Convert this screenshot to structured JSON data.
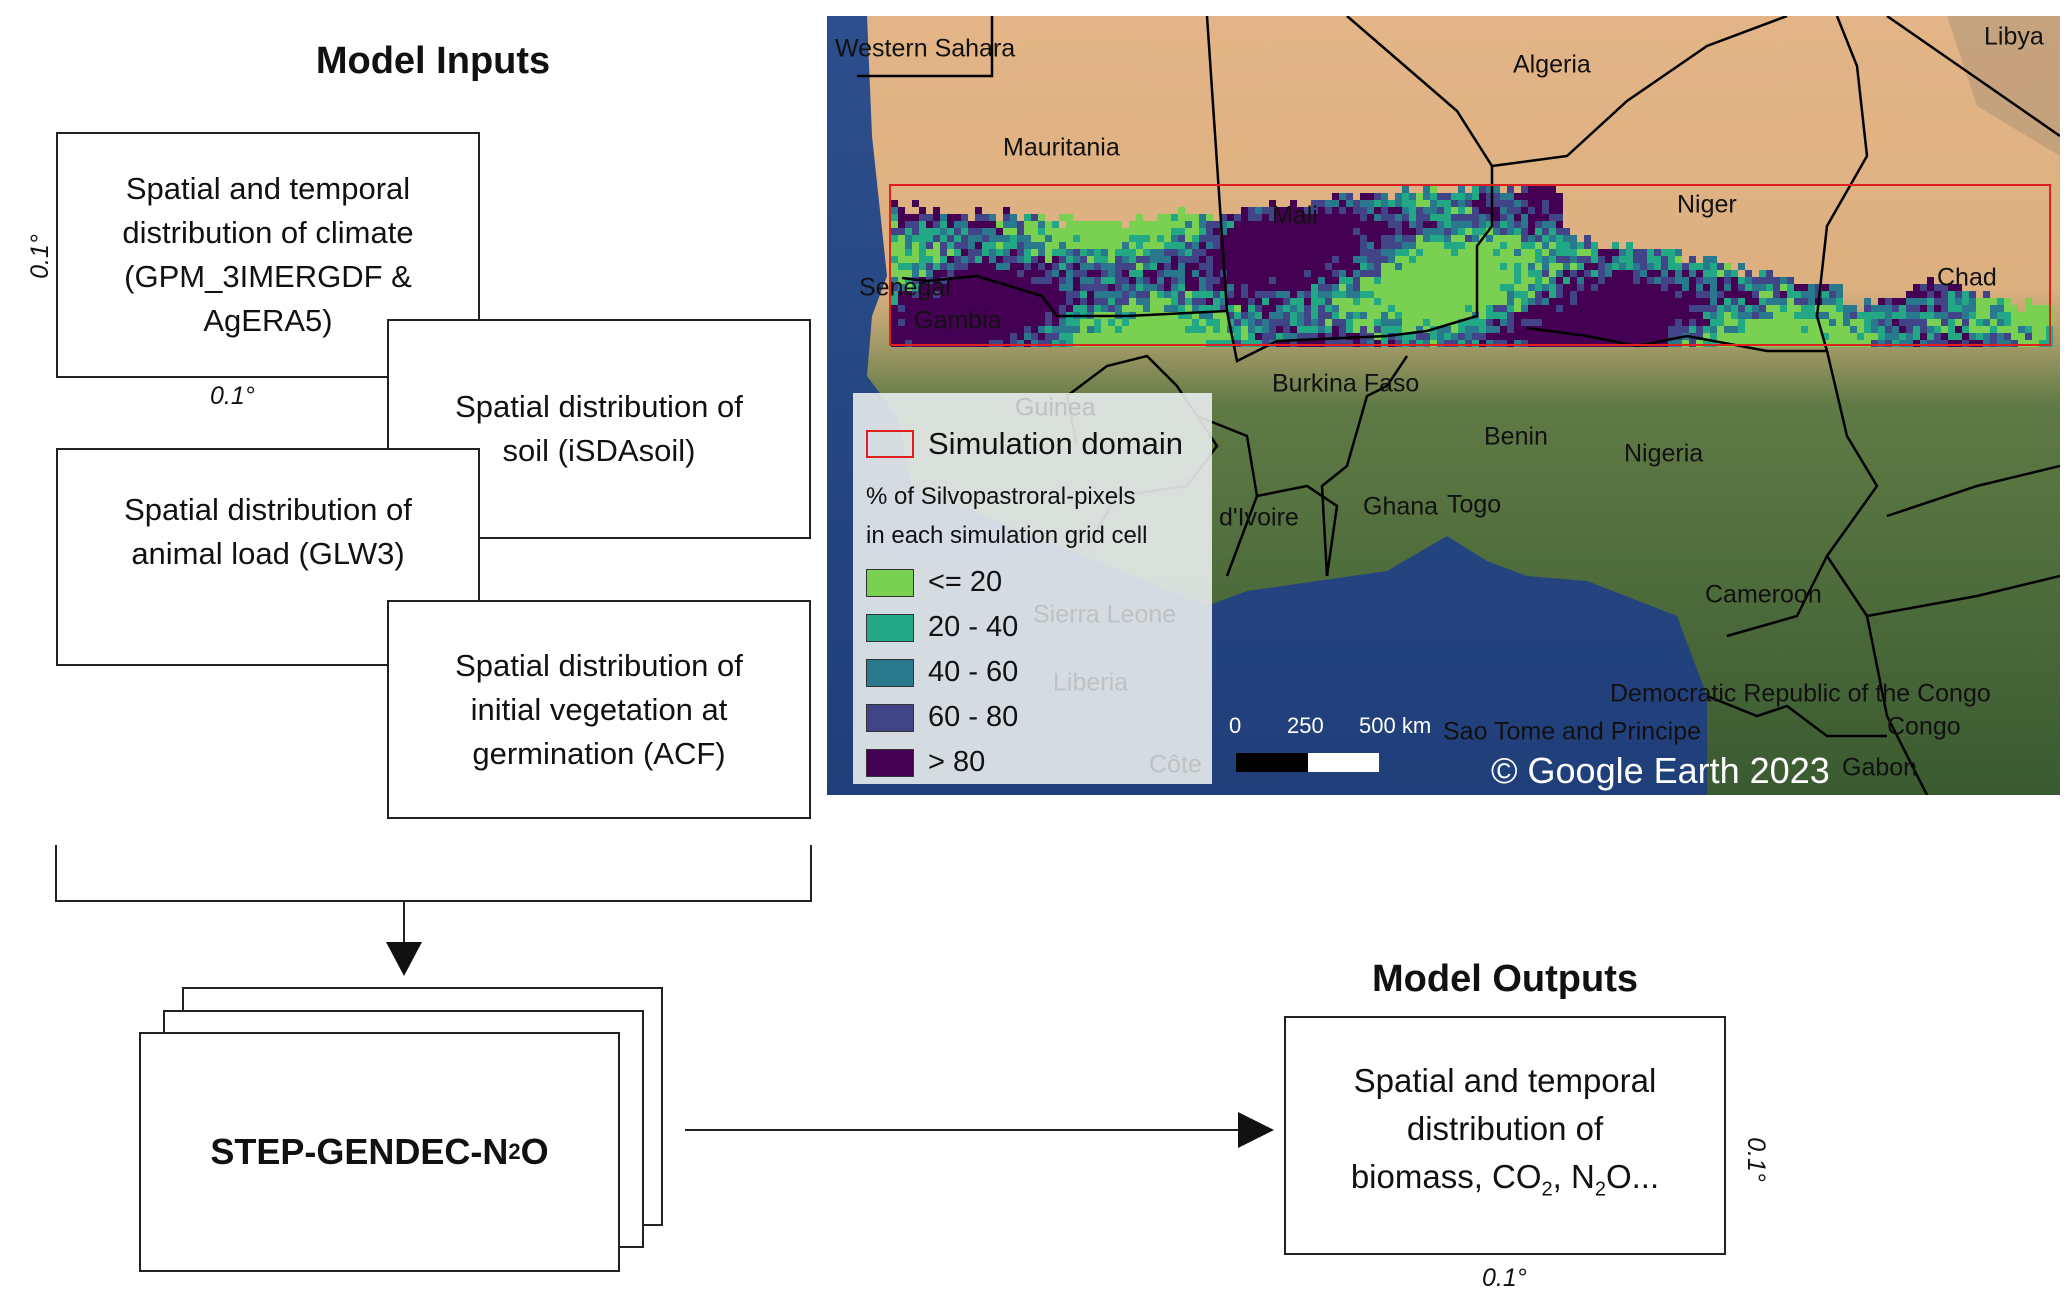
{
  "inputs_title": "Model Inputs",
  "outputs_title": "Model Outputs",
  "resolution_label": "0.1°",
  "input_boxes": [
    {
      "lines": [
        "Spatial and temporal",
        "distribution of climate",
        "(GPM_3IMERGDF &",
        "AgERA5)"
      ]
    },
    {
      "lines": [
        "Spatial distribution of",
        "soil (iSDAsoil)"
      ]
    },
    {
      "lines": [
        "Spatial distribution of",
        "animal load (GLW3)"
      ]
    },
    {
      "lines": [
        "Spatial distribution of",
        "initial vegetation  at",
        "germination (ACF)"
      ]
    }
  ],
  "model": {
    "name_main": "STEP-GENDEC-N",
    "name_sub": "2",
    "name_end": "O"
  },
  "output_box": {
    "line1": "Spatial and temporal",
    "line2": "distribution of",
    "line3_a": "biomass, CO",
    "line3_sub1": "2",
    "line3_b": ", N",
    "line3_sub2": "2",
    "line3_c": "O..."
  },
  "map": {
    "countries": [
      {
        "name": "Western Sahara"
      },
      {
        "name": "Algeria"
      },
      {
        "name": "Libya"
      },
      {
        "name": "Mauritania"
      },
      {
        "name": "Mali"
      },
      {
        "name": "Niger"
      },
      {
        "name": "Chad"
      },
      {
        "name": "Senegal"
      },
      {
        "name": "Gambia"
      },
      {
        "name": "Burkina Faso"
      },
      {
        "name": "Benin"
      },
      {
        "name": "Nigeria"
      },
      {
        "name": "d'Ivoire"
      },
      {
        "name": "Ghana"
      },
      {
        "name": "Togo"
      },
      {
        "name": "Cameroon"
      },
      {
        "name": "Democratic Republic of the Congo"
      },
      {
        "name": "Congo"
      },
      {
        "name": "Sao Tome and Principe"
      },
      {
        "name": "Gabon"
      },
      {
        "name": "Guinea"
      },
      {
        "name": "Liberia"
      },
      {
        "name": "Côte"
      },
      {
        "name": "Sierra Leone"
      }
    ],
    "legend": {
      "domain_label": "Simulation domain",
      "title_line1": "% of Silvopastroral-pixels",
      "title_line2": "in each simulation grid cell",
      "classes": [
        {
          "label": "<= 20",
          "color": "#7ad151"
        },
        {
          "label": "20 - 40",
          "color": "#22a884"
        },
        {
          "label": "40 - 60",
          "color": "#2a788e"
        },
        {
          "label": "60 - 80",
          "color": "#414487"
        },
        {
          "label": "> 80",
          "color": "#440154"
        }
      ]
    },
    "scale_bar": {
      "ticks": [
        "0",
        "250",
        "500 km"
      ]
    },
    "copyright": "© Google Earth 2023",
    "domain_color": "#e02020"
  }
}
